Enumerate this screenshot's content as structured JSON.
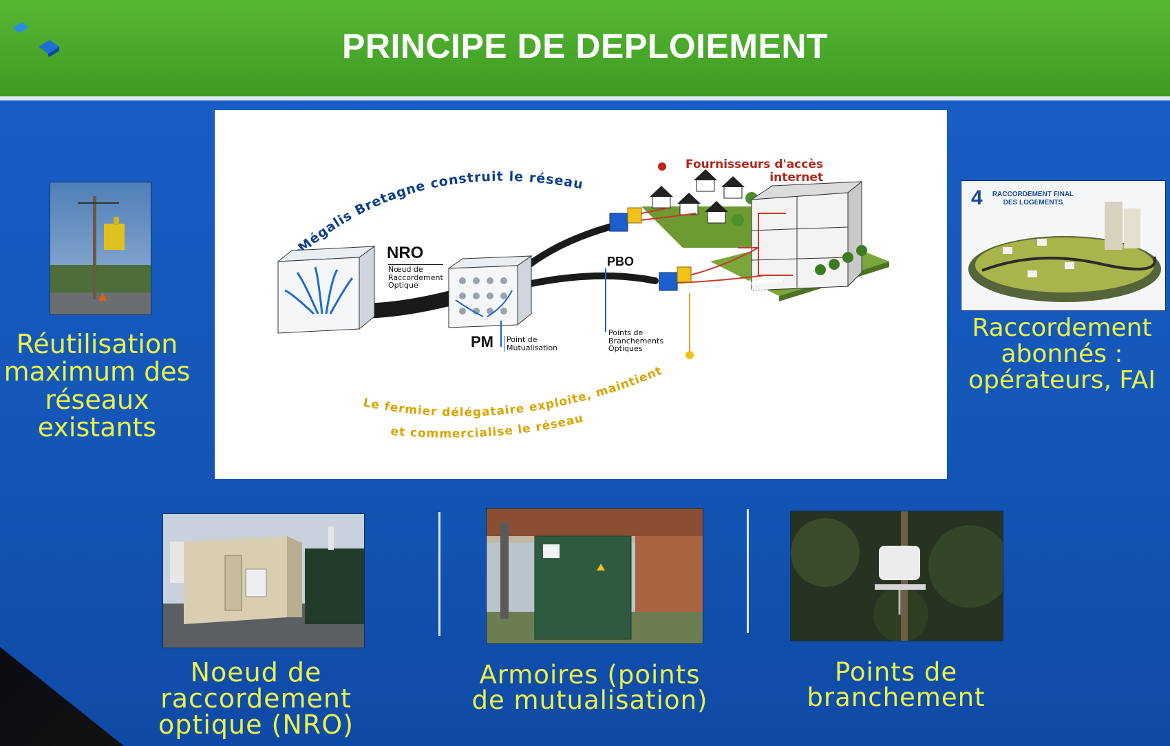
{
  "header": {
    "title": "PRINCIPE DE DEPLOIEMENT"
  },
  "colors": {
    "header_green": "#4aa82b",
    "slide_blue": "#1559bd",
    "caption_yellow": "#e8f24a",
    "navy": "#0d3f8a",
    "amber": "#d9a400",
    "red": "#b3261e"
  },
  "left_panel": {
    "caption_lines": [
      "Réutilisation",
      "maximum des",
      "réseaux",
      "existants"
    ]
  },
  "right_panel": {
    "thumb_step": "4",
    "thumb_label_lines": [
      "RACCORDEMENT FINAL",
      "DES LOGEMENTS"
    ],
    "caption_lines": [
      "Raccordement",
      "abonnés :",
      "opérateurs, FAI"
    ]
  },
  "diagram": {
    "arc_top": "Mégalis Bretagne construit le réseau",
    "arc_bottom_1": "Le fermier délégataire exploite, maintient",
    "arc_bottom_2": "et commercialise le réseau",
    "nro_abbr": "NRO",
    "nro_lines": [
      "Nœud de",
      "Raccordement",
      "Optique"
    ],
    "pm_abbr": "PM",
    "pm_lines": [
      "Point de",
      "Mutualisation"
    ],
    "pbo_abbr": "PBO",
    "pbo_lines": [
      "Points de",
      "Branchements",
      "Optiques"
    ],
    "fai_lines": [
      "Fournisseurs d'accès",
      "internet"
    ],
    "raccordements_lines": [
      "Raccordements",
      "abonnés"
    ]
  },
  "bottom": [
    {
      "caption_lines": [
        "Noeud de",
        "raccordement",
        "optique (NRO)"
      ]
    },
    {
      "caption_lines": [
        "Armoires (points",
        "de mutualisation)"
      ]
    },
    {
      "caption_lines": [
        "Points de",
        "branchement"
      ]
    }
  ]
}
